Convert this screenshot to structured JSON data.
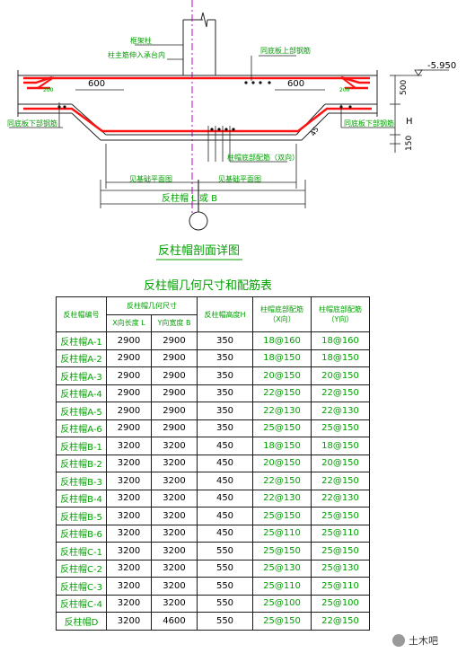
{
  "section": {
    "labels": {
      "col_anchor_1": "框架柱",
      "col_anchor_2": "柱主筋伸入承台内",
      "top_rebar": "同底板上部钢筋",
      "bottom_rebar_left": "同底板下部钢筋",
      "bottom_rebar_right": "同底板下部钢筋",
      "cap_bottom_rebar": "柱帽底部配筋（双向）",
      "base_plane_1": "见基础平面图",
      "base_plane_2": "见基础平面图",
      "cap_size": "反柱帽 L 或 B",
      "elevation": "-5.950",
      "dim_600_left": "600",
      "dim_600_right": "600",
      "dim_500": "500",
      "dim_H": "H",
      "dim_150": "150",
      "angle": "45",
      "dim_200_left": "200",
      "dim_200_right": "200"
    },
    "title": "反柱帽剖面详图"
  },
  "table": {
    "title": "反柱帽几何尺寸和配筋表",
    "headers": {
      "name": "反柱帽编号",
      "geom": "反柱帽几何尺寸",
      "x_len": "X向长度 L",
      "y_wid": "Y向宽度 B",
      "height": "反柱帽高度H",
      "rebar_x_1": "柱帽底部配筋",
      "rebar_x_2": "（X向）",
      "rebar_y_1": "柱帽底部配筋",
      "rebar_y_2": "（Y向）"
    },
    "rows": [
      {
        "name": "反柱帽A-1",
        "L": "2900",
        "B": "2900",
        "H": "350",
        "x": "18@160",
        "y": "18@160"
      },
      {
        "name": "反柱帽A-2",
        "L": "2900",
        "B": "2900",
        "H": "350",
        "x": "18@150",
        "y": "18@150"
      },
      {
        "name": "反柱帽A-3",
        "L": "2900",
        "B": "2900",
        "H": "350",
        "x": "20@150",
        "y": "20@150"
      },
      {
        "name": "反柱帽A-4",
        "L": "2900",
        "B": "2900",
        "H": "350",
        "x": "22@150",
        "y": "22@150"
      },
      {
        "name": "反柱帽A-5",
        "L": "2900",
        "B": "2900",
        "H": "350",
        "x": "22@130",
        "y": "22@130"
      },
      {
        "name": "反柱帽A-6",
        "L": "2900",
        "B": "2900",
        "H": "350",
        "x": "25@150",
        "y": "25@150"
      },
      {
        "name": "反柱帽B-1",
        "L": "3200",
        "B": "3200",
        "H": "450",
        "x": "18@150",
        "y": "18@150"
      },
      {
        "name": "反柱帽B-2",
        "L": "3200",
        "B": "3200",
        "H": "450",
        "x": "20@150",
        "y": "20@150"
      },
      {
        "name": "反柱帽B-3",
        "L": "3200",
        "B": "3200",
        "H": "450",
        "x": "22@150",
        "y": "22@150"
      },
      {
        "name": "反柱帽B-4",
        "L": "3200",
        "B": "3200",
        "H": "450",
        "x": "22@130",
        "y": "22@130"
      },
      {
        "name": "反柱帽B-5",
        "L": "3200",
        "B": "3200",
        "H": "450",
        "x": "25@150",
        "y": "25@150"
      },
      {
        "name": "反柱帽B-6",
        "L": "3200",
        "B": "3200",
        "H": "450",
        "x": "25@110",
        "y": "25@110"
      },
      {
        "name": "反柱帽C-1",
        "L": "3200",
        "B": "3200",
        "H": "550",
        "x": "25@150",
        "y": "25@150"
      },
      {
        "name": "反柱帽C-2",
        "L": "3200",
        "B": "3200",
        "H": "550",
        "x": "25@130",
        "y": "25@130"
      },
      {
        "name": "反柱帽C-3",
        "L": "3200",
        "B": "3200",
        "H": "550",
        "x": "25@110",
        "y": "25@110"
      },
      {
        "name": "反柱帽C-4",
        "L": "3200",
        "B": "3200",
        "H": "550",
        "x": "25@100",
        "y": "25@100"
      },
      {
        "name": "反柱帽D",
        "L": "3200",
        "B": "4600",
        "H": "550",
        "x": "25@150",
        "y": "22@150"
      }
    ]
  },
  "watermark": "土木吧"
}
